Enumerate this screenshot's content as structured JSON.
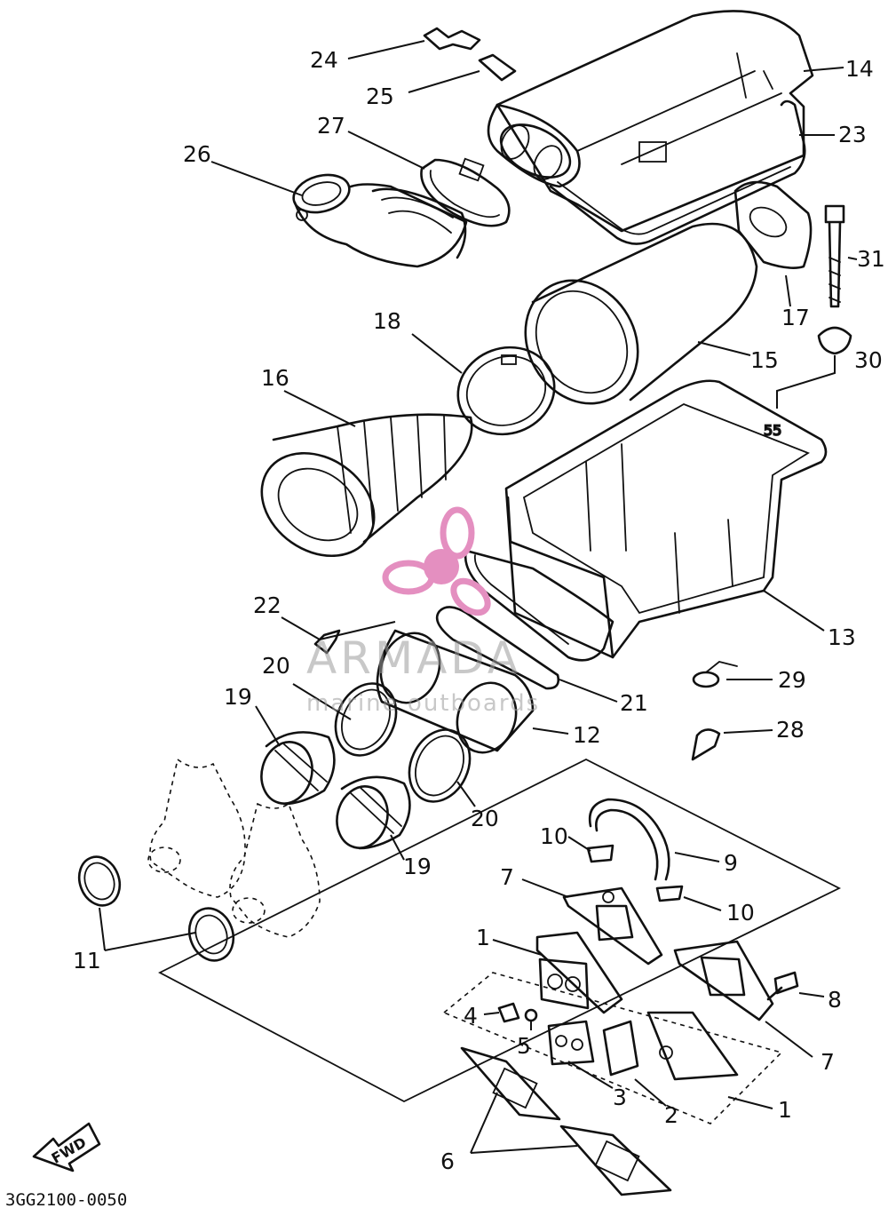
{
  "diagram_code": "3GG2100-0050",
  "direction_label": "FWD",
  "watermark": {
    "brand": "ARMADA",
    "tagline": "marine outboards",
    "color": "#e48fc0"
  },
  "callouts": [
    "1",
    "2",
    "3",
    "4",
    "5",
    "6",
    "7",
    "8",
    "9",
    "10",
    "11",
    "12",
    "13",
    "14",
    "15",
    "16",
    "17",
    "18",
    "19",
    "20",
    "21",
    "22",
    "23",
    "24",
    "25",
    "26",
    "27",
    "28",
    "29",
    "30",
    "31"
  ]
}
